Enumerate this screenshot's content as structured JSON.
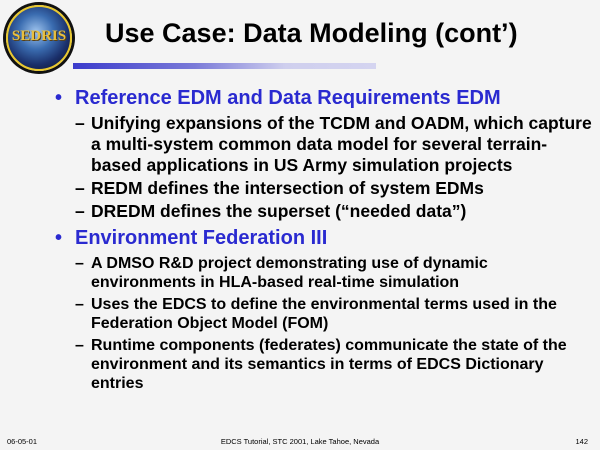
{
  "logo_text": "SEDRIS",
  "title": "Use Case: Data Modeling (cont’)",
  "sections": [
    {
      "bullet": "•",
      "heading": "Reference EDM and Data Requirements EDM",
      "items": [
        "Unifying expansions of the TCDM and OADM, which capture a multi-system common data model for several terrain-based applications in US Army simulation projects",
        "REDM defines the intersection of system EDMs",
        "DREDM defines the superset (“needed data”)"
      ]
    },
    {
      "bullet": "•",
      "heading": "Environment Federation III",
      "items": [
        "A DMSO R&D project demonstrating use of dynamic environments in HLA-based real-time simulation",
        "Uses the EDCS to define the environmental terms used in the Federation Object Model (FOM)",
        "Runtime components (federates) communicate the state of the environment and its semantics in terms of EDCS Dictionary entries"
      ]
    }
  ],
  "dash": "–",
  "footer": {
    "date": "06-05-01",
    "center": "EDCS Tutorial, STC 2001, Lake Tahoe, Nevada",
    "page": "142"
  }
}
